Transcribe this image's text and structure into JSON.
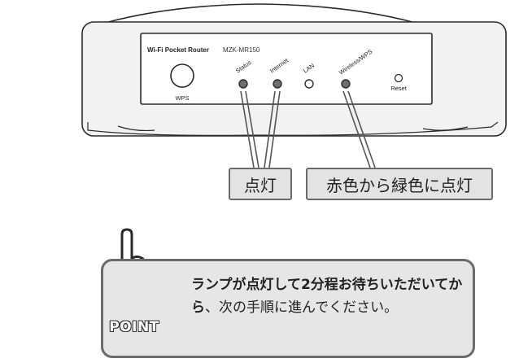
{
  "router": {
    "brand_label": "Wi-Fi Pocket Router",
    "model_label": "MZK-MR150",
    "wps_button_label": "WPS",
    "reset_label": "Reset",
    "led_labels": {
      "status": "Status",
      "internet": "Internet",
      "lan": "LAN",
      "wireless": "Wireless/WPS"
    }
  },
  "callouts": {
    "lit": "点灯",
    "red_to_green": "赤色から緑色に点灯"
  },
  "point": {
    "badge_label": "POINT",
    "text_bold": "ランプが点灯して2分程お待ちいただいてから",
    "text_regular": "、次の手順に進んでください。"
  },
  "colors": {
    "led_lit": "#6e6e6e",
    "led_off": "#ffffff",
    "frame_stroke": "#2a2a2a",
    "callout_bg": "#e3e3e3",
    "point_bg": "#e6e6e6"
  }
}
